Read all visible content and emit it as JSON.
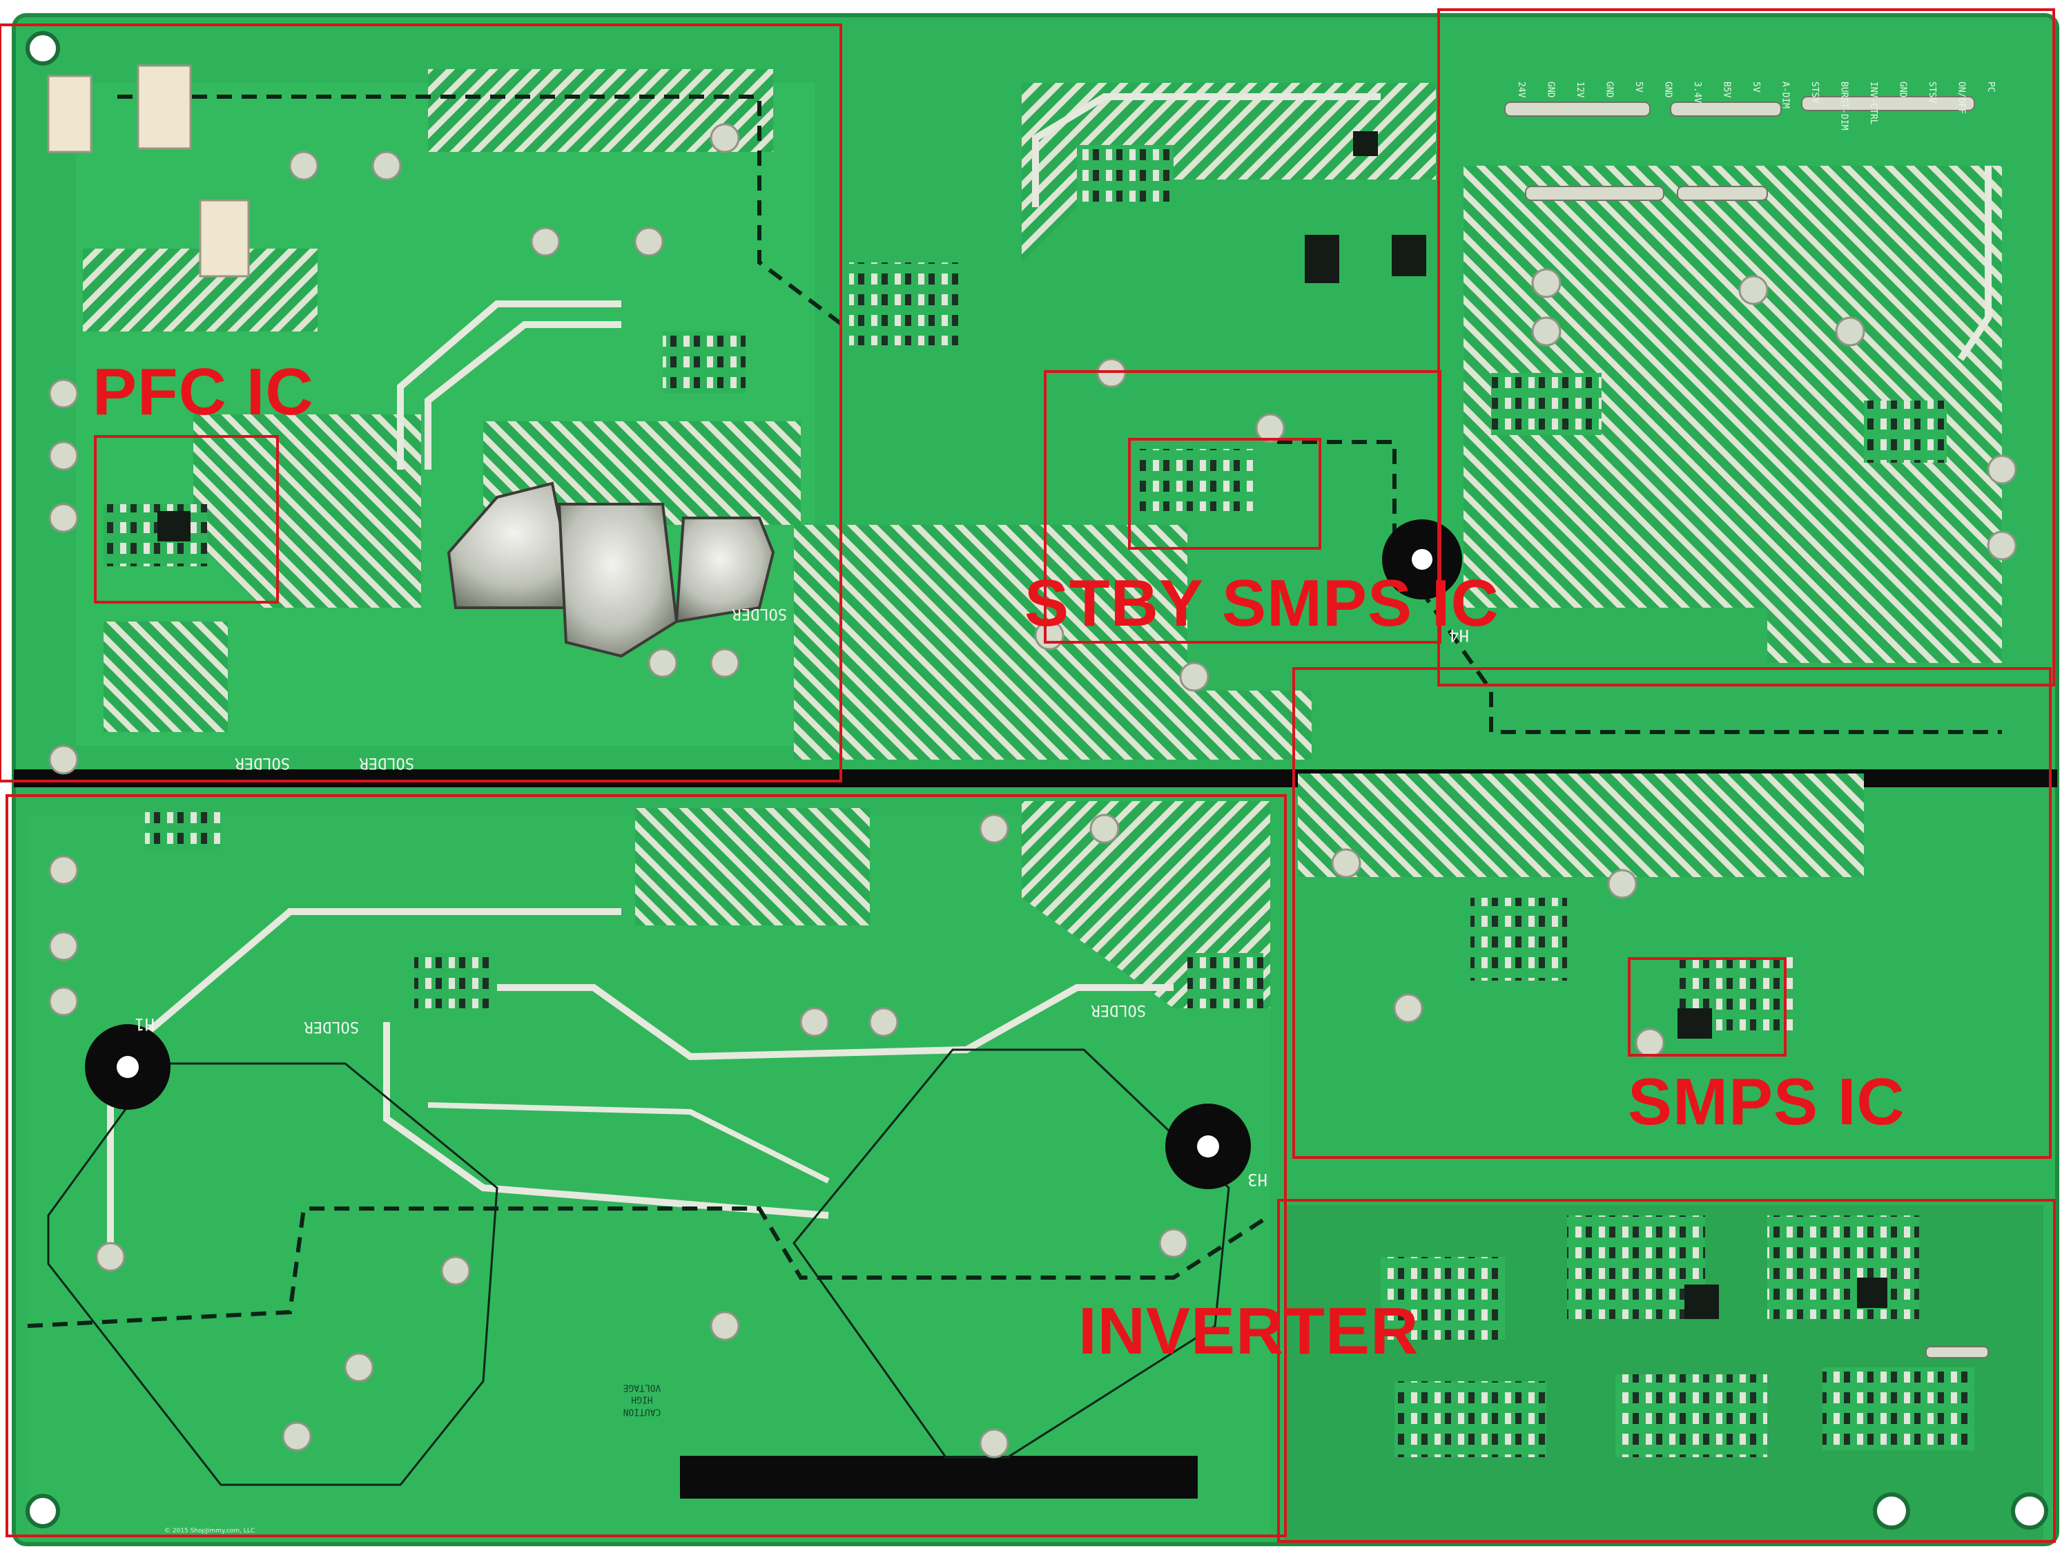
{
  "image": {
    "subject": "Power supply printed circuit board (solder side)",
    "colors": {
      "board": "#2fb35a",
      "board_dark": "#1f8d45",
      "mask_trace": "#3cc269",
      "copper_pad": "#d9dccd",
      "highlight_red": "#e8141b",
      "slot_black": "#0b0b0b"
    }
  },
  "regions": {
    "pfc": {
      "label": "PFC IC"
    },
    "stby": {
      "label": "STBY SMPS IC"
    },
    "smps": {
      "label": "SMPS IC"
    },
    "inverter": {
      "label": "INVERTER"
    }
  },
  "silkscreen": {
    "solder_marks": [
      "SOLDER",
      "SOLDER",
      "SOLDER",
      "SOLDER",
      "SOLDER"
    ],
    "caution_lines": [
      "CAUTION",
      "HIGH",
      "VOLTAGE"
    ],
    "holes": [
      "H1",
      "H3",
      "H4"
    ],
    "connector_pins": [
      "24V",
      "GND",
      "12V",
      "GND",
      "5V",
      "GND",
      "3.4V",
      "B5V",
      "5V",
      "A-DIM",
      "STSV",
      "BURST-DIM",
      "INV-CTRL",
      "GND",
      "STSV",
      "ON/OFF",
      "PC"
    ],
    "copyright": "© 2015 ShopJimmy.com, LLC"
  }
}
